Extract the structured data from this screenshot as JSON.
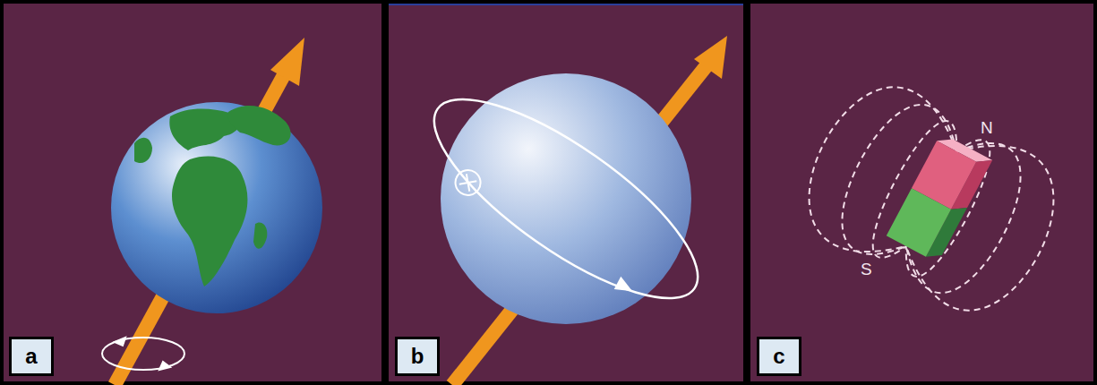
{
  "diagram": {
    "nodes": [
      {
        "text": [
          "a"
        ]
      },
      {
        "text": [
          "b"
        ]
      },
      {
        "text": [
          "c"
        ]
      }
    ],
    "labels": [
      "N",
      "S"
    ]
  }
}
